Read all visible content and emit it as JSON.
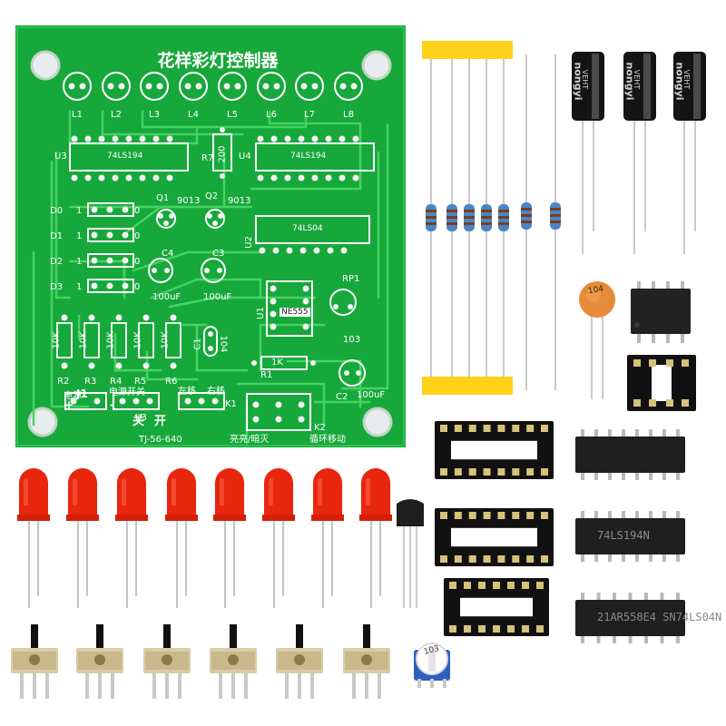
{
  "pcb": {
    "title": "花样彩灯控制器",
    "led_labels": [
      "L1",
      "L2",
      "L3",
      "L4",
      "L5",
      "L6",
      "L7",
      "L8"
    ],
    "chips": {
      "u3_ref": "U3",
      "u3_name": "74LS194",
      "u4_ref": "U4",
      "u4_name": "74LS194",
      "u2_ref": "U2",
      "u2_name": "74LS04",
      "u1_ref": "U1",
      "u1_name": "NE555"
    },
    "r7_ref": "R7",
    "r7_value": "200",
    "q1_ref": "Q1",
    "q1_type": "9013",
    "q2_ref": "Q2",
    "q2_type": "9013",
    "d_labels": [
      "D0",
      "D1",
      "D2",
      "D3"
    ],
    "one_labels": [
      "1",
      "1",
      "1",
      "1"
    ],
    "zero_labels": [
      "0",
      "0",
      "0",
      "0"
    ],
    "c4_ref": "C4",
    "c4_value": "100uF",
    "c3_ref": "C3",
    "c3_value": "100uF",
    "c1_ref": "C1",
    "c1_value": "104",
    "rp1_ref": "RP1",
    "rp1_value": "103",
    "r1_ref": "R1",
    "r1_value": "1K",
    "c2_ref": "C2",
    "c2_value": "100uF",
    "resistor_values": [
      "10K",
      "10K",
      "10K",
      "10K",
      "10K"
    ],
    "resistor_refs": [
      "R2",
      "R3",
      "R4",
      "R5",
      "R6"
    ],
    "j1": "J1",
    "power": "电源",
    "plus": "+",
    "minus": "-",
    "power_switch": "电源开关",
    "k3": "K3",
    "off": "关",
    "on": "开",
    "left_shift": "左移",
    "right_shift": "右移",
    "k1": "K1",
    "k2": "K2",
    "cycle": "循环移动",
    "light_on_off": "亮亮/暗灭",
    "model": "TJ-56-640"
  },
  "parts": {
    "capacitor_brand": "nongyi",
    "capacitor_side": "VEHT",
    "ceramic_value": "104",
    "trimmer_value": "103",
    "ic_marks": [
      "74LS194N",
      "21AR558E4 SN74LS04N"
    ]
  },
  "colors": {
    "pcb": "#16a53a",
    "trace": "#3ccf5c",
    "silk": "#ffffff",
    "led": "#e8260e",
    "tape": "#ffd21a"
  }
}
